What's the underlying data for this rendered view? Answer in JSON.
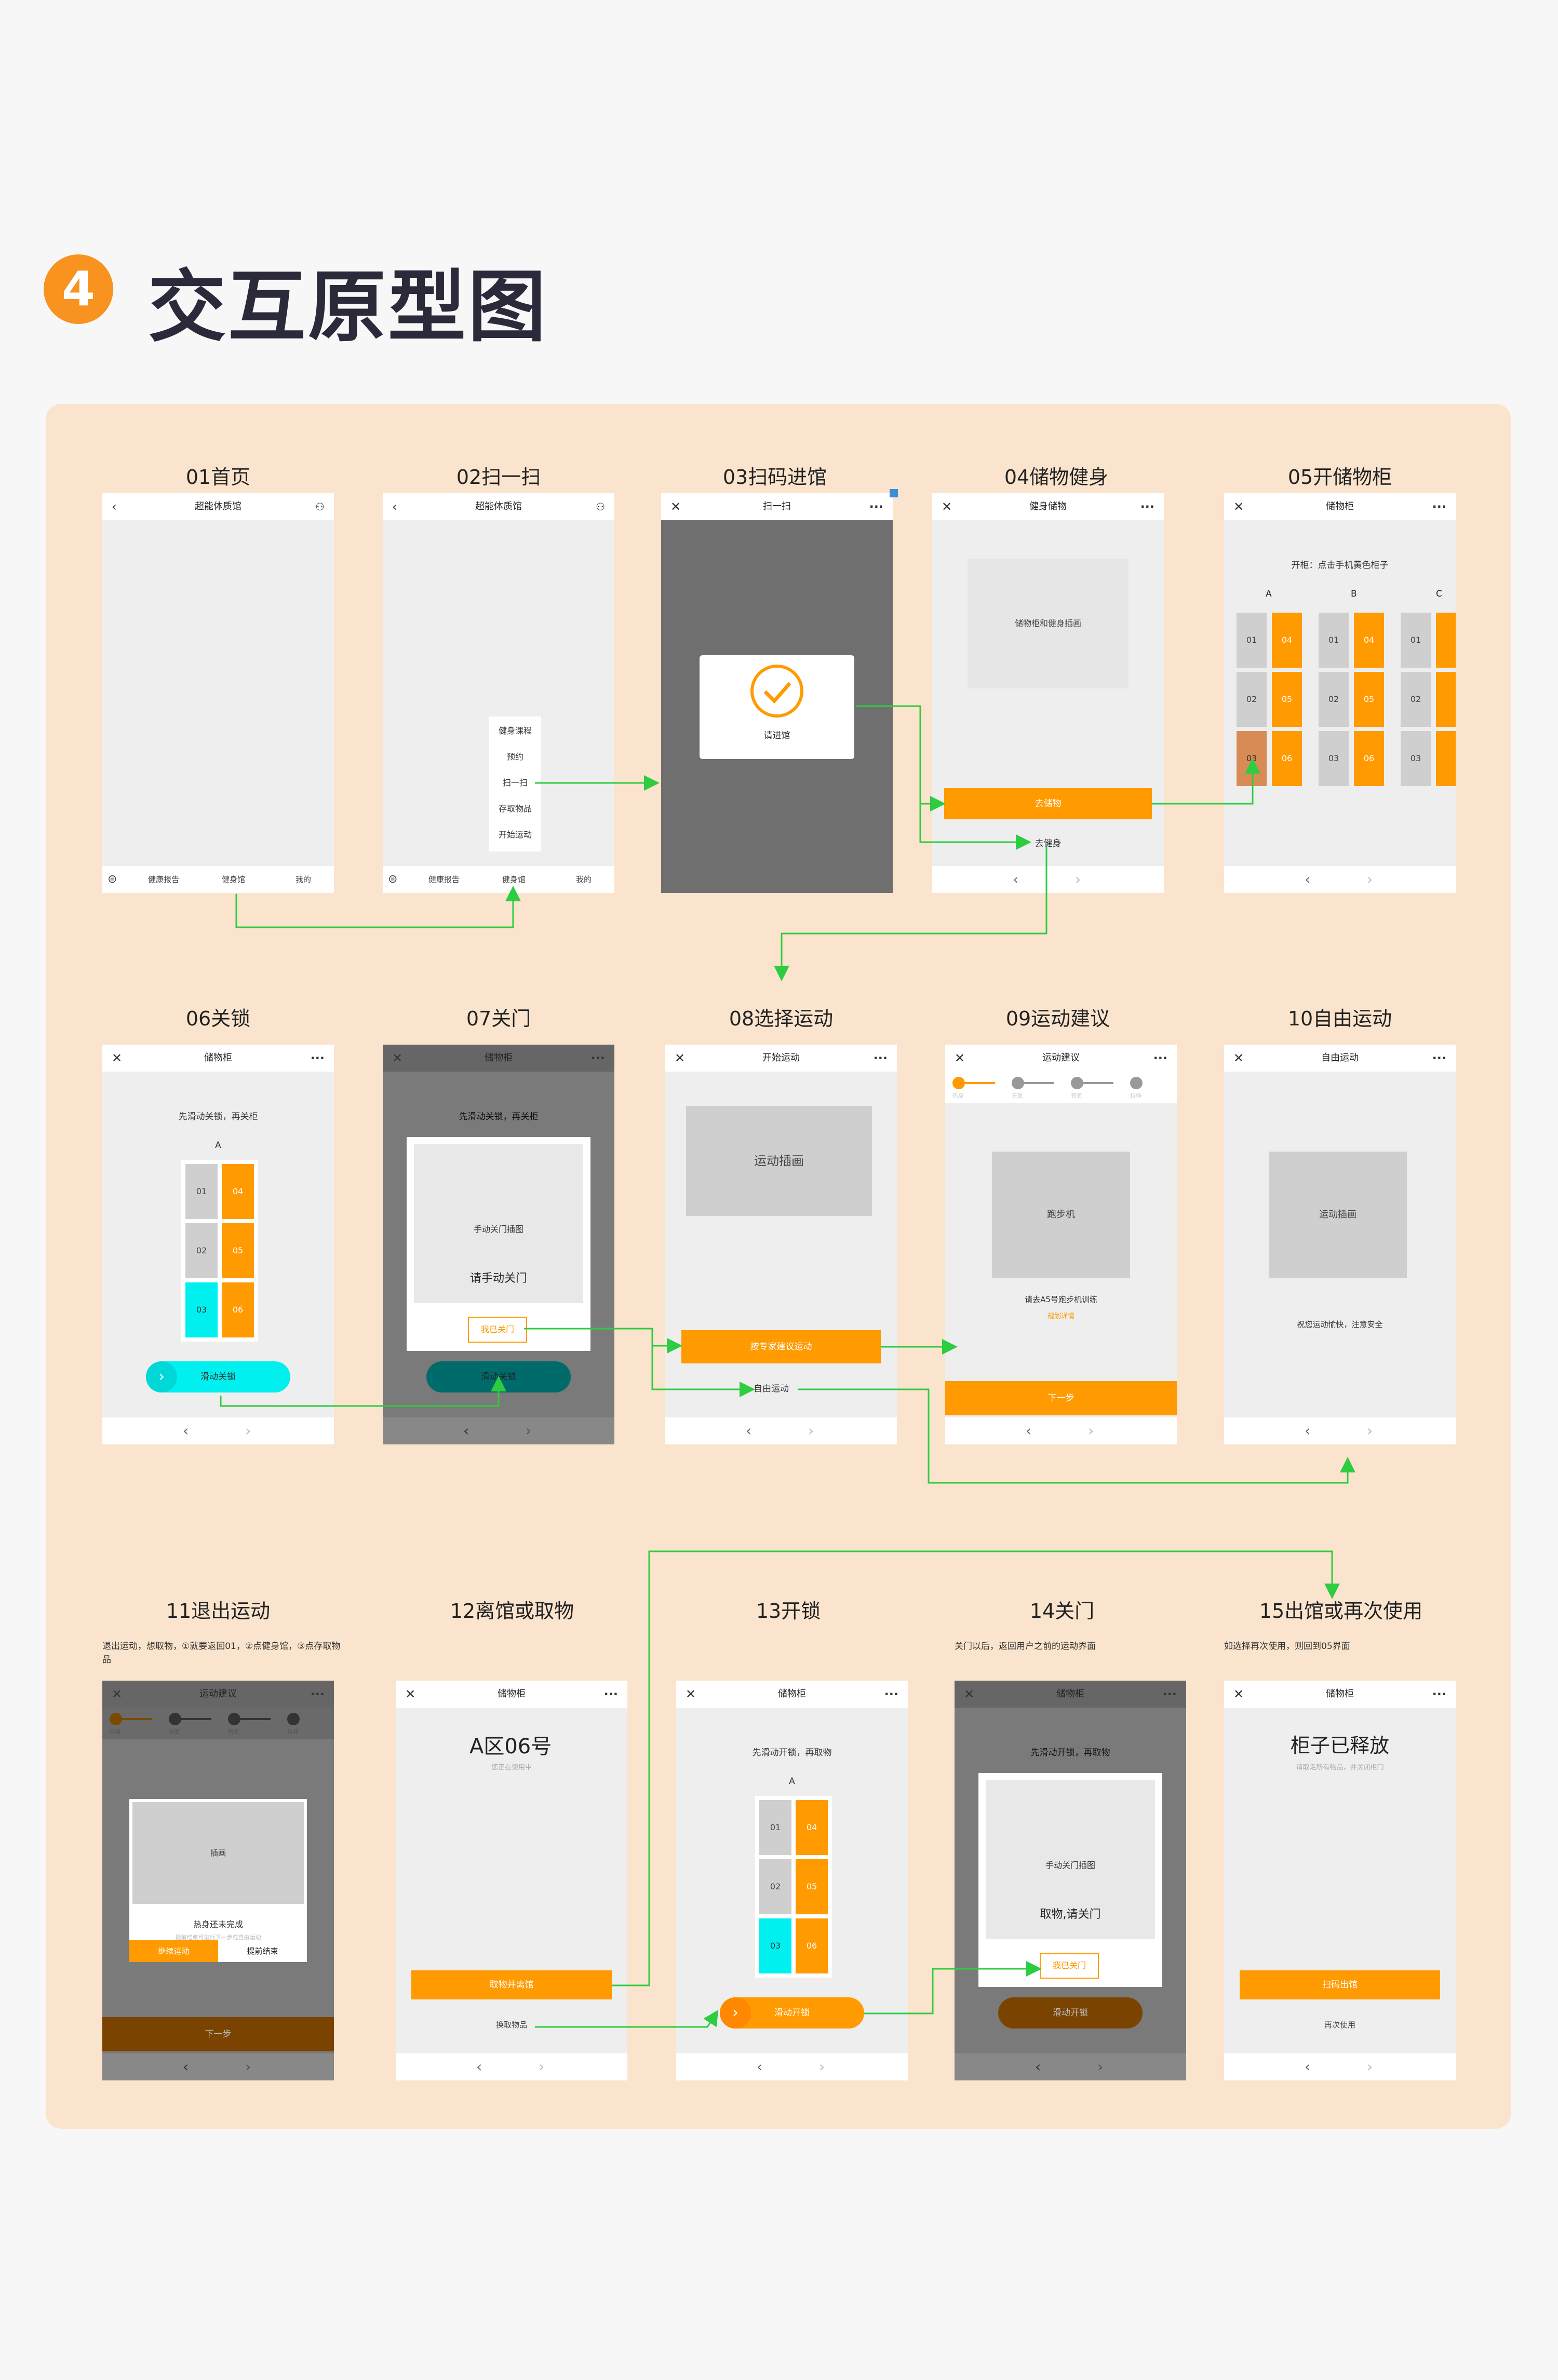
{
  "header": {
    "badge_number": "4",
    "title": "交互原型图"
  },
  "nav_icons": {
    "back": "chevron-left-icon",
    "close": "close-icon",
    "more": "more-dots-icon",
    "prev": "chevron-left-icon",
    "next": "chevron-right-icon",
    "arrow": "chevron-right-icon",
    "check": "check-circle-icon",
    "profile": "person-icon",
    "robot": "robot-icon",
    "qr": "qr-icon"
  },
  "colors": {
    "accent": "#ff9a00",
    "cyan": "#00f0f0",
    "flow_line": "#2ecc40",
    "panel": "#fbe4cd",
    "badge": "#f7931e"
  },
  "screens": {
    "s01": {
      "label": "01首页",
      "title": "超能体质馆",
      "tabs": [
        "健康报告",
        "健身馆",
        "我的"
      ]
    },
    "s02": {
      "label": "02扫一扫",
      "title": "超能体质馆",
      "menu": [
        "健身课程",
        "预约",
        "扫一扫",
        "存取物品",
        "开始运动"
      ],
      "tabs": [
        "健康报告",
        "健身馆",
        "我的"
      ]
    },
    "s03": {
      "label": "03扫码进馆",
      "title": "扫一扫",
      "card_text": "请进馆"
    },
    "s04": {
      "label": "04储物健身",
      "title": "健身储物",
      "image_text": "储物柜和健身插画",
      "button": "去储物",
      "link": "去健身"
    },
    "s05": {
      "label": "05开储物柜",
      "title": "储物柜",
      "hint": "开柜：点击手机黄色柜子",
      "columns": [
        "A",
        "B",
        "C"
      ],
      "cells": [
        "01",
        "04",
        "02",
        "05",
        "03",
        "06"
      ]
    },
    "s06": {
      "label": "06关锁",
      "title": "储物柜",
      "hint": "先滑动关锁，再关柜",
      "column": "A",
      "cells": [
        "01",
        "04",
        "02",
        "05",
        "03",
        "06"
      ],
      "slider": "滑动关锁"
    },
    "s07": {
      "label": "07关门",
      "title": "储物柜",
      "hint": "先滑动关锁，再关柜",
      "image_text": "手动关门插图",
      "card_text": "请手动关门",
      "confirm": "我已关门",
      "slider": "滑动关锁"
    },
    "s08": {
      "label": "08选择运动",
      "title": "开始运动",
      "image_text": "运动插画",
      "button": "按专家建议运动",
      "link": "自由运动"
    },
    "s09": {
      "label": "09运动建议",
      "title": "运动建议",
      "steps": [
        "热身",
        "无氧",
        "有氧",
        "拉伸"
      ],
      "image_text": "跑步机",
      "main_text": "请去A5号跑步机训练",
      "sub_text": "规划详情",
      "button": "下一步"
    },
    "s10": {
      "label": "10自由运动",
      "title": "自由运动",
      "image_text": "运动插画",
      "main_text": "祝您运动愉快，注意安全"
    },
    "s11": {
      "label": "11退出运动",
      "note": "退出运动，想取物，①就要返回01，②点健身馆，③点存取物品",
      "title": "运动建议",
      "steps": [
        "热身",
        "无氧",
        "有氧",
        "拉伸"
      ],
      "image_text": "插画",
      "card_text": "热身还未完成",
      "card_sub": "提前结束可进行下一步或自由运动",
      "btn_continue": "继续运动",
      "btn_end": "提前结束",
      "button": "下一步"
    },
    "s12": {
      "label": "12离馆或取物",
      "title": "储物柜",
      "big_text": "A区06号",
      "sub_text": "您正在使用中",
      "button": "取物并离馆",
      "link": "换取物品"
    },
    "s13": {
      "label": "13开锁",
      "title": "储物柜",
      "hint": "先滑动开锁，再取物",
      "column": "A",
      "cells": [
        "01",
        "04",
        "02",
        "05",
        "03",
        "06"
      ],
      "slider": "滑动开锁"
    },
    "s14": {
      "label": "14关门",
      "note": "关门以后，返回用户之前的运动界面",
      "title": "储物柜",
      "hint": "先滑动开锁，再取物",
      "image_text": "手动关门插图",
      "card_text": "取物,请关门",
      "confirm": "我已关门",
      "slider": "滑动开锁"
    },
    "s15": {
      "label": "15出馆或再次使用",
      "note": "如选择再次使用，则回到05界面",
      "title": "储物柜",
      "big_text": "柜子已释放",
      "sub_text": "请取走所有物品，并关闭柜门",
      "button": "扫码出馆",
      "link": "再次使用"
    }
  }
}
